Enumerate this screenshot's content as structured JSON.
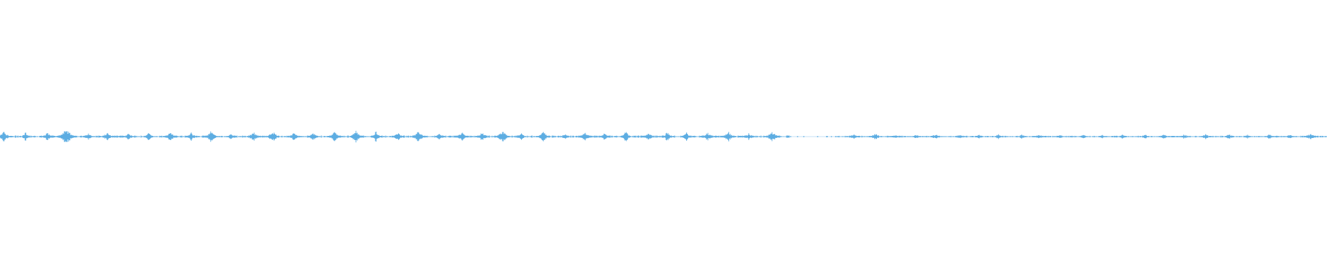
{
  "waveform": {
    "color": "#5DADE2",
    "background": "#FFFFFF",
    "duration_fraction_silent_gap": [
      0.595,
      0.63
    ],
    "peak_pattern": [
      0.35,
      0.0,
      0.35,
      0.0,
      0.35,
      0.0,
      0.6,
      0.0,
      0.25,
      0.0,
      0.3,
      0.0,
      0.25,
      0.0,
      0.35,
      0.0,
      0.3,
      0.0,
      0.35,
      0.0,
      0.45,
      0.0,
      0.25,
      0.0,
      0.35,
      0.0,
      0.45,
      0.0,
      0.35,
      0.0,
      0.3,
      0.0,
      0.35,
      0.0,
      0.45,
      0.0,
      0.45,
      0.0,
      0.3,
      0.0,
      0.4,
      0.0,
      0.25,
      0.0,
      0.35,
      0.0,
      0.35,
      0.0,
      0.45,
      0.0,
      0.3,
      0.0,
      0.45,
      0.0,
      0.25,
      0.0,
      0.35,
      0.0,
      0.25,
      0.0,
      0.45,
      0.0,
      0.25,
      0.0,
      0.35,
      0.0,
      0.35,
      0.0,
      0.3,
      0.0,
      0.35,
      0.0,
      0.25,
      0.0,
      0.35,
      0.0,
      0.35,
      0.0,
      0.3,
      0.0,
      0.3,
      0.0,
      0.3,
      0.0,
      0.35,
      0.0,
      0.25,
      0.0,
      0.25,
      0.0,
      0.3,
      0.0,
      0.25,
      0.0,
      0.25,
      0.0,
      0.3,
      0.0,
      0.35,
      0.0,
      0.25,
      0.0,
      0.25,
      0.0,
      0.3,
      0.0,
      0.25,
      0.0,
      0.3,
      0.0,
      0.25,
      0.0,
      0.25,
      0.0,
      0.25,
      0.0,
      0.3,
      0.0,
      0.3,
      0.0,
      0.25,
      0.0,
      0.3,
      0.0,
      0.25,
      0.0,
      0.35,
      0.0
    ]
  }
}
